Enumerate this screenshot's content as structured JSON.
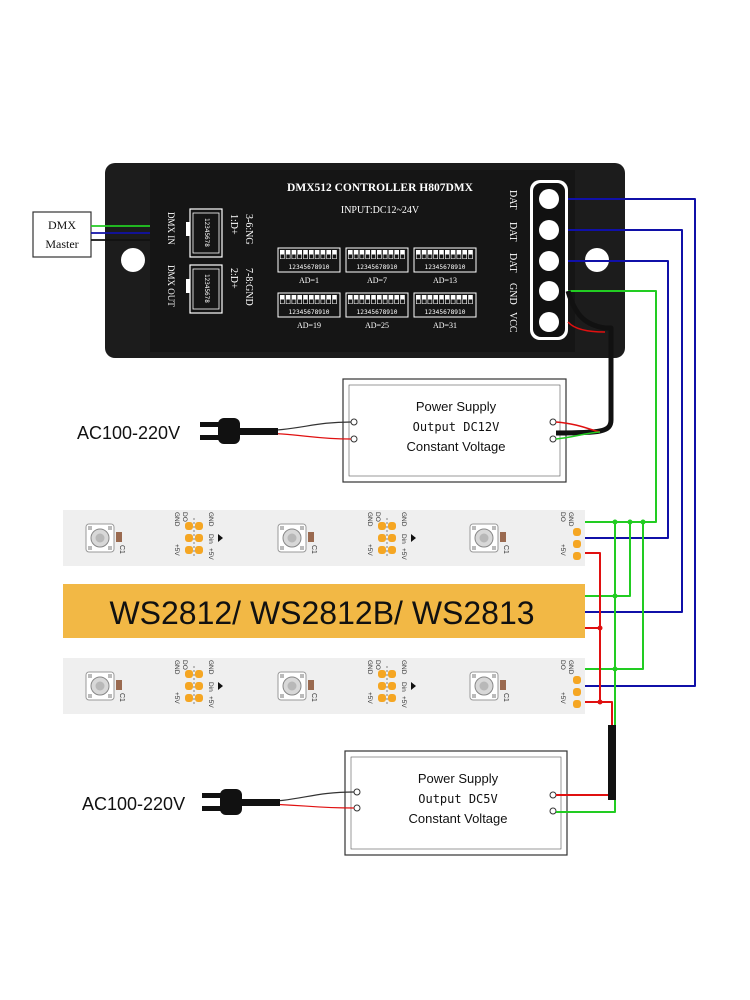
{
  "controller": {
    "title": "DMX512  CONTROLLER  H807DMX",
    "input": "INPUT:DC12~24V",
    "dmx_in": "DMX  IN",
    "dmx_out": "DMX OUT",
    "pin_a1": "1:D+",
    "pin_a2": "3-6:NG",
    "pin_b1": "2:D+",
    "pin_b2": "7-8:GND",
    "port_digits": "12345678",
    "dip_digits": "12345678910",
    "dip_banks": [
      {
        "label": "AD=1"
      },
      {
        "label": "AD=7"
      },
      {
        "label": "AD=13"
      },
      {
        "label": "AD=19"
      },
      {
        "label": "AD=25"
      },
      {
        "label": "AD=31"
      }
    ],
    "terminals": [
      "DAT",
      "DAT",
      "DAT",
      "GND",
      "VCC"
    ]
  },
  "dmx_master": {
    "line1": "DMX",
    "line2": "Master"
  },
  "power_supply_top": {
    "ac_label": "AC100-220V",
    "line1": "Power Supply",
    "line2": "Output DC12V",
    "line3": "Constant Voltage"
  },
  "power_supply_bottom": {
    "ac_label": "AC100-220V",
    "line1": "Power Supply",
    "line2": "Output DC5V",
    "line3": "Constant Voltage"
  },
  "banner": {
    "text": "WS2812/ WS2812B/ WS2813"
  },
  "strip": {
    "pin_do": "DO",
    "pin_gnd": "GND",
    "pin_5v": "+5V",
    "pin_din": "Din",
    "cap": "C1"
  },
  "colors": {
    "controller_body": "#1c1c1c",
    "data_wire": "#1010a8",
    "ground_wire": "#22cc22",
    "power_wire": "#e01010",
    "banner": "#f2b845",
    "pad": "#f5a623"
  }
}
